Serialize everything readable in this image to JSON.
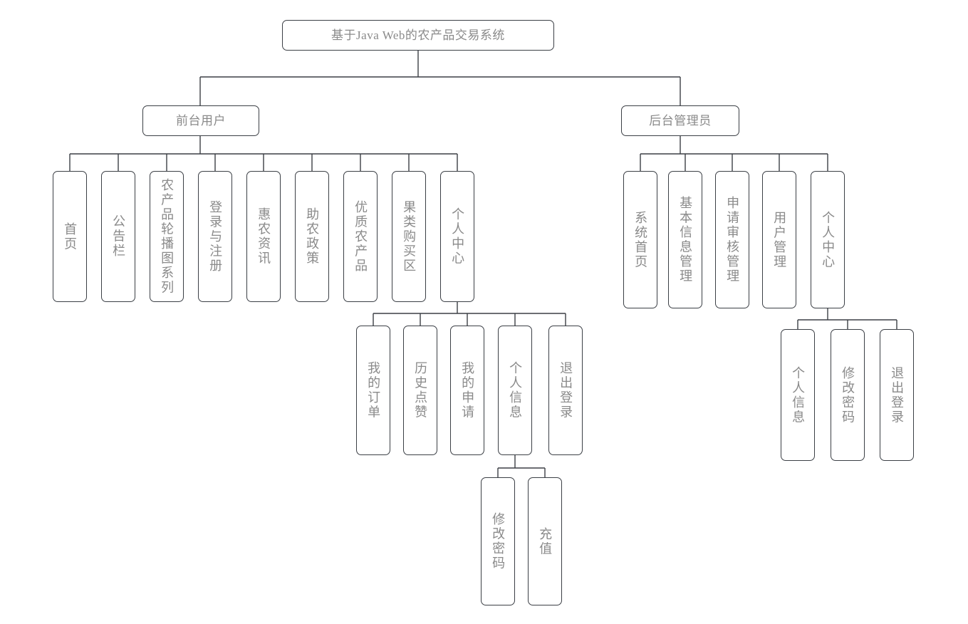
{
  "diagram": {
    "title": "基于Java Web的农产品交易系统",
    "type": "functional-structure-tree",
    "colors": {
      "box_border": "#3b3f45",
      "box_fill": "#ffffff",
      "text": "#8a8a8a",
      "connector": "#3b3f45",
      "background": "#ffffff"
    },
    "root": {
      "label": "基于Java Web的农产品交易系统"
    },
    "branches": [
      {
        "key": "frontend",
        "label": "前台用户",
        "children": [
          {
            "key": "home",
            "label": "首页"
          },
          {
            "key": "bulletin",
            "label": "公告栏"
          },
          {
            "key": "carousel",
            "label": "农产品轮播图系列"
          },
          {
            "key": "login-register",
            "label": "登录与注册"
          },
          {
            "key": "farm-news",
            "label": "惠农资讯"
          },
          {
            "key": "farm-policy",
            "label": "助农政策"
          },
          {
            "key": "quality-produce",
            "label": "优质农产品"
          },
          {
            "key": "fruit-zone",
            "label": "果类购买区"
          },
          {
            "key": "user-center",
            "label": "个人中心",
            "children": [
              {
                "key": "my-orders",
                "label": "我的订单"
              },
              {
                "key": "like-history",
                "label": "历史点赞"
              },
              {
                "key": "my-applications",
                "label": "我的申请"
              },
              {
                "key": "personal-info",
                "label": "个人信息",
                "children": [
                  {
                    "key": "change-password",
                    "label": "修改密码"
                  },
                  {
                    "key": "recharge",
                    "label": "充值"
                  }
                ]
              },
              {
                "key": "logout",
                "label": "退出登录"
              }
            ]
          }
        ]
      },
      {
        "key": "admin",
        "label": "后台管理员",
        "children": [
          {
            "key": "system-home",
            "label": "系统首页"
          },
          {
            "key": "basic-info-mgmt",
            "label": "基本信息管理"
          },
          {
            "key": "application-review-mgmt",
            "label": "申请审核管理"
          },
          {
            "key": "user-mgmt",
            "label": "用户管理"
          },
          {
            "key": "admin-user-center",
            "label": "个人中心",
            "children": [
              {
                "key": "admin-personal-info",
                "label": "个人信息"
              },
              {
                "key": "admin-change-password",
                "label": "修改密码"
              },
              {
                "key": "admin-logout",
                "label": "退出登录"
              }
            ]
          }
        ]
      }
    ]
  }
}
